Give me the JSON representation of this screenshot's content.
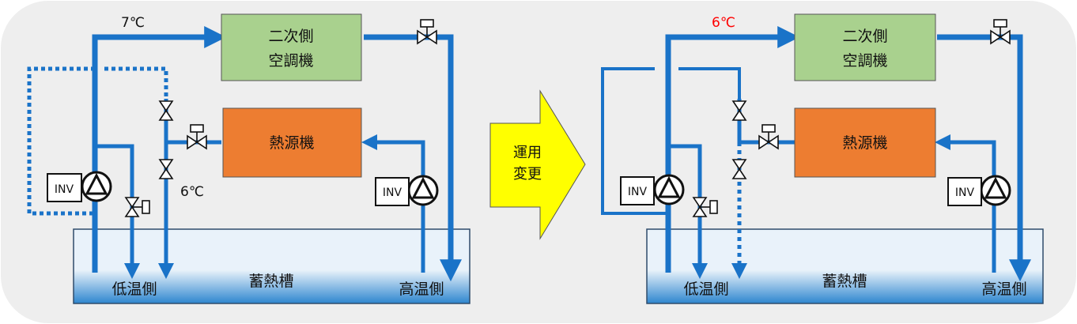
{
  "diagram": {
    "colors": {
      "pipe": "#1a73c8",
      "background": "#eeeeee",
      "secondary_unit_fill": "#a9d18e",
      "heat_source_fill": "#ed7d31",
      "arrow_fill": "#ffff00",
      "tank_top": "#e9f2fa",
      "tank_bottom": "#2e86cf",
      "changed_temp": "#ff0000"
    },
    "left": {
      "secondary_unit_label": "二次側\n空調機",
      "heat_source_label": "熱源機",
      "tank_label": "蓄熱槽",
      "low_side_label": "低温側",
      "high_side_label": "高温側",
      "supply_temp": "7℃",
      "mixed_temp": "6℃",
      "inv_left": "INV",
      "inv_right": "INV"
    },
    "arrow": {
      "label": "運用\n変更"
    },
    "right": {
      "secondary_unit_label": "二次側\n空調機",
      "heat_source_label": "熱源機",
      "tank_label": "蓄熱槽",
      "low_side_label": "低温側",
      "high_side_label": "高温側",
      "supply_temp": "6℃",
      "inv_left": "INV",
      "inv_right": "INV"
    }
  }
}
